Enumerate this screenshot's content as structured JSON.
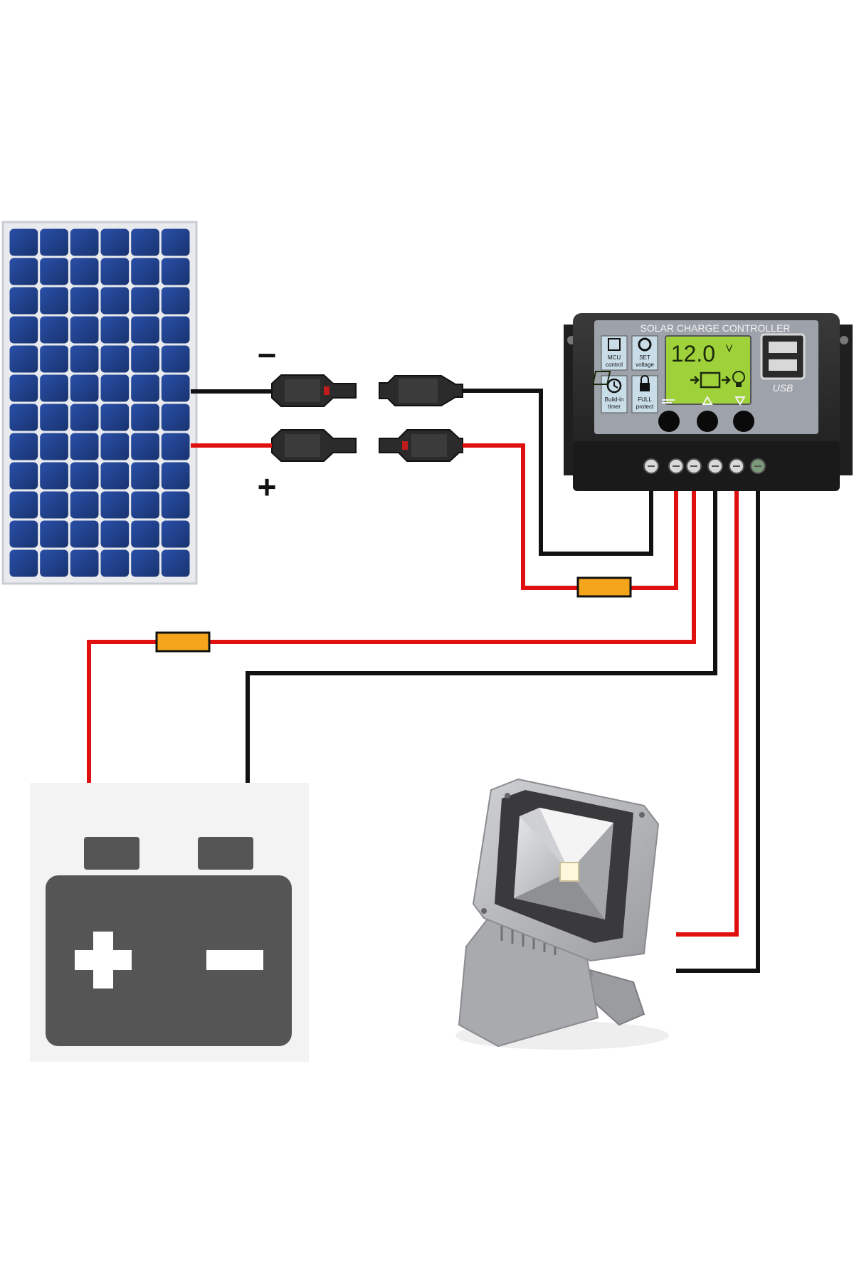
{
  "panel_polarity": {
    "negative": "−",
    "positive": "+"
  },
  "controller": {
    "title": "SOLAR CHARGE CONTROLLER",
    "lcd_voltage": "12.0",
    "lcd_unit": "V",
    "usb_label": "USB",
    "features": [
      {
        "line1": "MCU",
        "line2": "control"
      },
      {
        "line1": "SET",
        "line2": "voltage"
      },
      {
        "line1": "Build-in",
        "line2": "timer"
      },
      {
        "line1": "FULL",
        "line2": "protect"
      }
    ]
  },
  "battery_symbols": {
    "positive": "+",
    "negative": "−"
  },
  "colors": {
    "positive_wire": "#e01010",
    "negative_wire": "#111111",
    "fuse": "#f5a51c",
    "panel_cell": "#1f3f8f",
    "controller_body": "#2a2a2a",
    "controller_face": "#9ea3ab",
    "lcd": "#9fd13a",
    "battery": "#555555",
    "floodlight_housing": "#b8babd"
  }
}
